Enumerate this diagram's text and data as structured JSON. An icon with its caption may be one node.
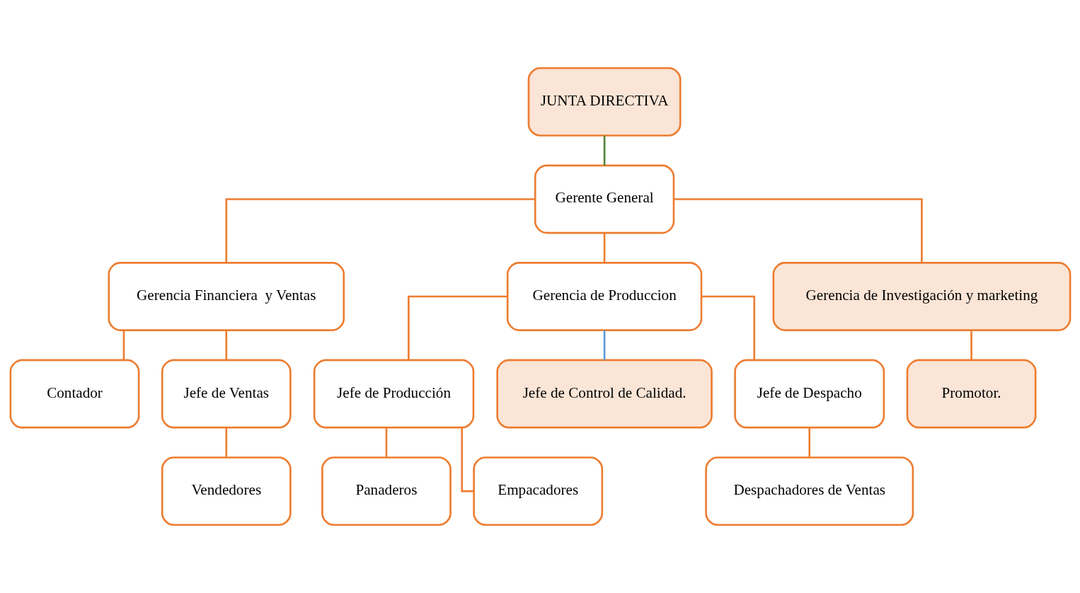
{
  "diagram": {
    "nodes": [
      {
        "text": [
          "JUNTA DIRECTIVA"
        ]
      },
      {
        "text": [
          "Gerente General"
        ]
      },
      {
        "text": [
          "Gerencia Financiera  y Ventas"
        ]
      },
      {
        "text": [
          "Gerencia de Produccion"
        ]
      },
      {
        "text": [
          "Gerencia de Investigación y marketing"
        ]
      },
      {
        "text": [
          "Contador"
        ]
      },
      {
        "text": [
          "Jefe de Ventas"
        ]
      },
      {
        "text": [
          "Jefe de Producción"
        ]
      },
      {
        "text": [
          "Jefe de Control de Calidad."
        ]
      },
      {
        "text": [
          "Jefe de Despacho"
        ]
      },
      {
        "text": [
          "Promotor."
        ]
      },
      {
        "text": [
          "Vendedores"
        ]
      },
      {
        "text": [
          "Panaderos"
        ]
      },
      {
        "text": [
          "Empacadores"
        ]
      },
      {
        "text": [
          "Despachadores de Ventas"
        ]
      }
    ],
    "edges": [
      {
        "from": 0,
        "to": 1,
        "arrow": "none",
        "color": "#548235"
      },
      {
        "from": 1,
        "to": 2,
        "arrow": "none"
      },
      {
        "from": 1,
        "to": 3,
        "arrow": "none"
      },
      {
        "from": 1,
        "to": 4,
        "arrow": "none"
      },
      {
        "from": 2,
        "to": 5,
        "arrow": "none"
      },
      {
        "from": 2,
        "to": 6,
        "arrow": "none"
      },
      {
        "from": 3,
        "to": 7,
        "arrow": "none"
      },
      {
        "from": 3,
        "to": 8,
        "arrow": "none",
        "color": "#5b9bd5"
      },
      {
        "from": 3,
        "to": 9,
        "arrow": "none"
      },
      {
        "from": 4,
        "to": 10,
        "arrow": "none"
      },
      {
        "from": 6,
        "to": 11,
        "arrow": "none"
      },
      {
        "from": 7,
        "to": 12,
        "arrow": "none"
      },
      {
        "from": 7,
        "to": 13,
        "arrow": "none"
      },
      {
        "from": 9,
        "to": 14,
        "arrow": "none"
      }
    ]
  }
}
